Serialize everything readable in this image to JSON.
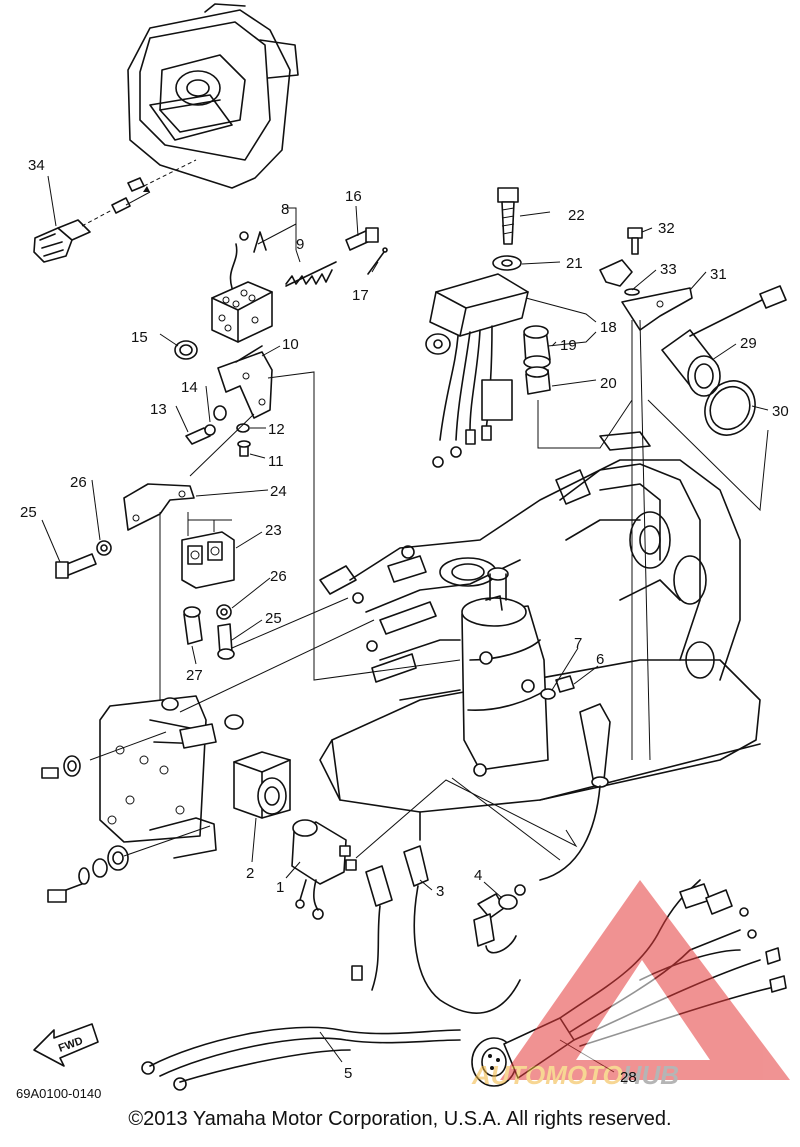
{
  "diagram": {
    "code": "69A0100-0140",
    "copyright": "©2013 Yamaha Motor Corporation, U.S.A. All rights reserved.",
    "fwd_label": "FWD",
    "watermark": {
      "brand_auto": "AUTO",
      "brand_moto": "MOTO",
      "brand_hub": "HUB",
      "colors": {
        "auto_moto": "#f2b53b",
        "hub": "#7a7a7a",
        "triangle": "#e43a3a"
      }
    },
    "callouts": {
      "c1": "1",
      "c2": "2",
      "c3": "3",
      "c4": "4",
      "c5": "5",
      "c6": "6",
      "c7": "7",
      "c8": "8",
      "c9": "9",
      "c10": "10",
      "c11": "11",
      "c12": "12",
      "c13": "13",
      "c14": "14",
      "c15": "15",
      "c16": "16",
      "c17": "17",
      "c18": "18",
      "c19": "19",
      "c20": "20",
      "c21": "21",
      "c22": "22",
      "c23": "23",
      "c24": "24",
      "c25a": "25",
      "c25b": "25",
      "c26a": "26",
      "c26b": "26",
      "c27": "27",
      "c28": "28",
      "c29": "29",
      "c30": "30",
      "c31": "31",
      "c32": "32",
      "c33": "33",
      "c34": "34"
    }
  }
}
